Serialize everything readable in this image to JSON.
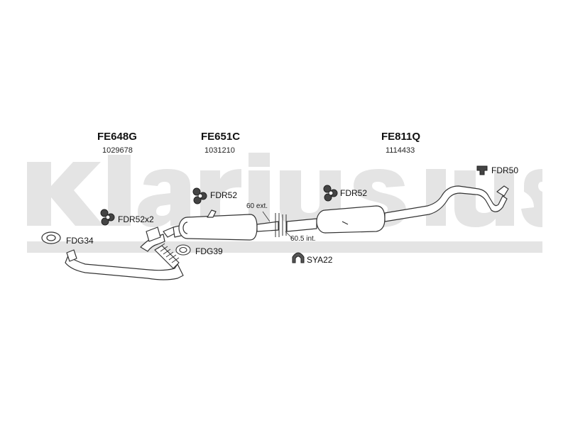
{
  "watermark": {
    "text": "Klarius",
    "color": "#e2e2e2"
  },
  "assemblies": [
    {
      "code": "FE648G",
      "number": "1029678"
    },
    {
      "code": "FE651C",
      "number": "1031210"
    },
    {
      "code": "FE811Q",
      "number": "1114433"
    }
  ],
  "parts": {
    "fdr50": "FDR50",
    "fdr52_mid": "FDR52",
    "fdr52_right": "FDR52",
    "fdr52x2": "FDR52x2",
    "fdg34": "FDG34",
    "fdg39": "FDG39",
    "sya22": "SYA22"
  },
  "dimensions": {
    "ext": "60 ext.",
    "int": "60.5 int."
  },
  "colors": {
    "line": "#333333",
    "fill": "#ffffff"
  }
}
